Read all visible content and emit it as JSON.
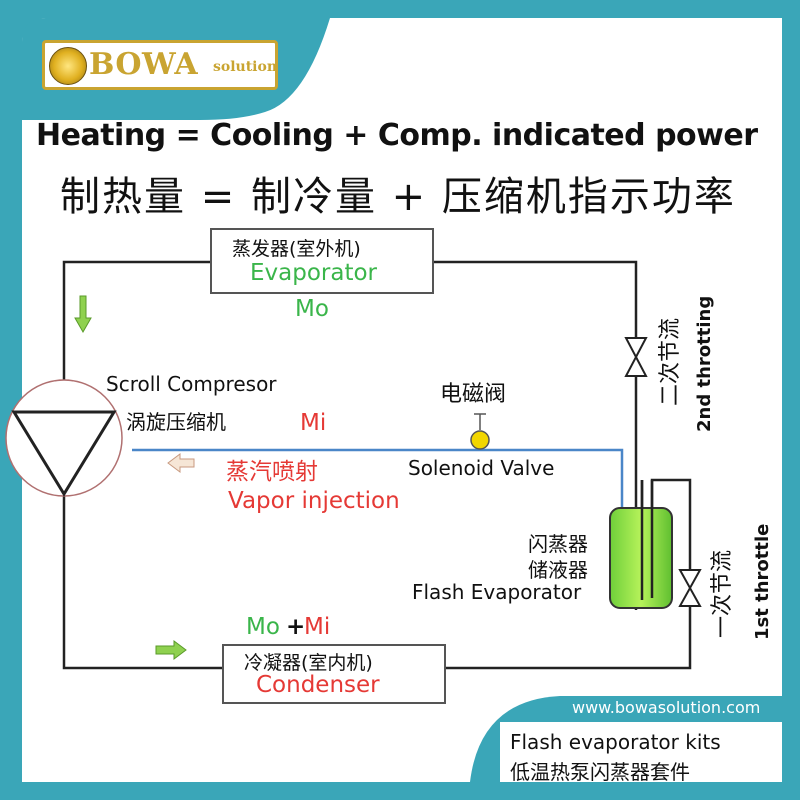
{
  "logo": {
    "name": "BOWA",
    "suffix": "solution"
  },
  "heading": {
    "en": "Heating = Cooling + Comp. indicated power",
    "cn": "制热量 = 制冷量 + 压缩机指示功率"
  },
  "evaporator": {
    "cn": "蒸发器(室外机)",
    "en": "Evaporator",
    "flow": "Mo"
  },
  "compressor": {
    "en": "Scroll Compresor",
    "cn": "涡旋压缩机"
  },
  "injection": {
    "flow": "Mi",
    "cn": "蒸汽喷射",
    "en": "Vapor injection"
  },
  "solenoid": {
    "cn": "电磁阀",
    "en": "Solenoid Valve"
  },
  "second_throttle": {
    "cn": "二次节流",
    "en": "2nd throtting"
  },
  "first_throttle": {
    "cn": "一次节流",
    "en": "1st throttle"
  },
  "flash": {
    "cn1": "闪蒸器",
    "cn2": "储液器",
    "en": "Flash Evaporator"
  },
  "condenser": {
    "cn": "冷凝器(室内机)",
    "en": "Condenser",
    "flow_mo": "Mo",
    "flow_plus": "+",
    "flow_mi": "Mi"
  },
  "footer": {
    "url": "www.bowasolution.com",
    "en": "Flash evaporator kits",
    "cn": "低温热泵闪蒸器套件"
  },
  "colors": {
    "frame": "#3aa6b8",
    "green": "#3ab54a",
    "red": "#e53935",
    "gold": "#c9a431",
    "pipe_blue": "#4a86c8"
  }
}
